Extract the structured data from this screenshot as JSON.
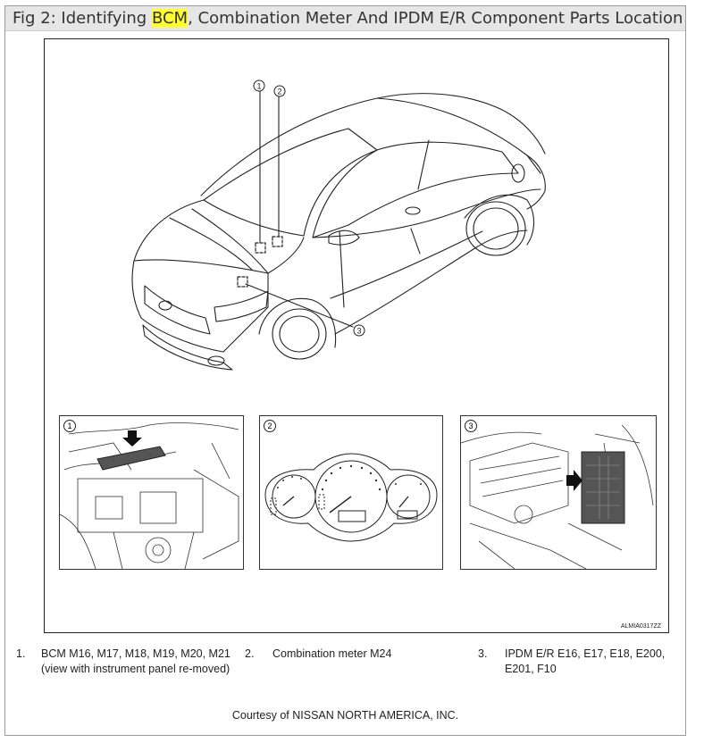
{
  "title": {
    "prefix": "Fig 2: Identifying ",
    "highlight": "BCM",
    "suffix": ", Combination Meter And IPDM E/R Component Parts Location"
  },
  "callouts": [
    "1",
    "2",
    "3"
  ],
  "panels": [
    {
      "number": "1",
      "subject": "bcm-engine-bay-photo"
    },
    {
      "number": "2",
      "subject": "combination-meter-cluster"
    },
    {
      "number": "3",
      "subject": "ipdm-engine-bay-photo"
    }
  ],
  "figure_code": "ALMIA0317ZZ",
  "legend": [
    {
      "num": "1.",
      "text": "BCM M16, M17, M18, M19, M20, M21 (view with instrument panel re-moved)"
    },
    {
      "num": "2.",
      "text": "Combination meter M24"
    },
    {
      "num": "3.",
      "text": "IPDM E/R E16, E17, E18, E200, E201, F10"
    }
  ],
  "courtesy": "Courtesy of NISSAN NORTH AMERICA, INC.",
  "colors": {
    "highlight": "#ffff33",
    "title_bar": "#e6e6e6",
    "line": "#222222"
  }
}
